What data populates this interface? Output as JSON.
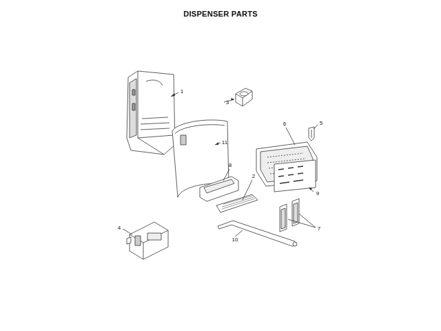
{
  "diagram": {
    "title": "DISPENSER PARTS",
    "labels": [
      "1",
      "3",
      "5",
      "6",
      "11",
      "8",
      "2",
      "9",
      "4",
      "10",
      "7"
    ]
  }
}
